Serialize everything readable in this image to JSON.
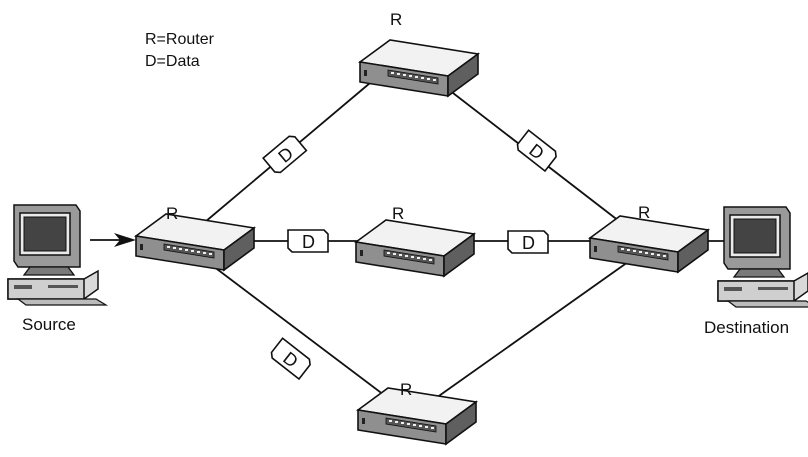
{
  "legend": {
    "line1": "R=Router",
    "line2": "D=Data"
  },
  "routers": {
    "top": "R",
    "left": "R",
    "middle": "R",
    "right": "R",
    "bottom": "R"
  },
  "packets": {
    "upper_left": "D",
    "upper_right": "D",
    "middle_left": "D",
    "middle_right": "D",
    "lower_left": "D"
  },
  "computers": {
    "source": "Source",
    "destination": "Destination"
  },
  "icons": {
    "router": "router-icon",
    "computer": "desktop-computer-icon",
    "packet": "data-packet-icon"
  }
}
